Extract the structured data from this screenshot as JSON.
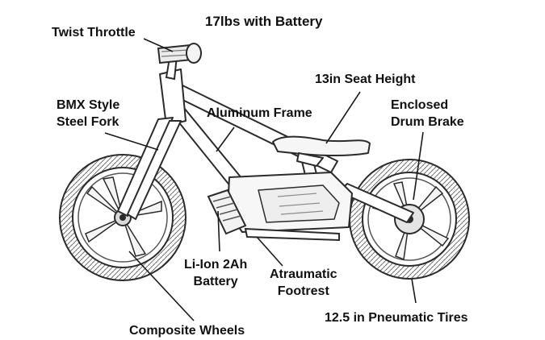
{
  "title": "17lbs with Battery",
  "labels": {
    "twist_throttle": "Twist Throttle",
    "seat_height": "13in Seat Height",
    "fork_line1": "BMX Style",
    "fork_line2": "Steel Fork",
    "frame": "Aluminum Frame",
    "brake_line1": "Enclosed",
    "brake_line2": "Drum Brake",
    "battery_line1": "Li-Ion 2Ah",
    "battery_line2": "Battery",
    "footrest_line1": "Atraumatic",
    "footrest_line2": "Footrest",
    "tires": "12.5 in Pneumatic Tires",
    "wheels": "Composite Wheels"
  },
  "colors": {
    "ink": "#111111",
    "line": "#1a1a1a",
    "sketch": "#3a3a3a",
    "shade": "#8c8c8c"
  }
}
